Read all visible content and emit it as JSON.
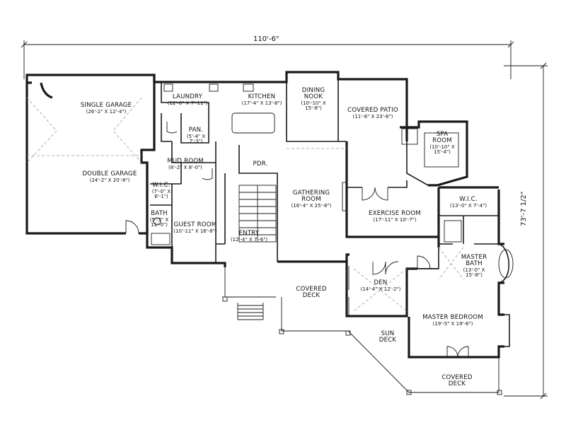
{
  "dimensions": {
    "width": "110'-6\"",
    "depth": "73'-7 1/2\""
  },
  "rooms": [
    {
      "id": "single-garage",
      "name": "SINGLE GARAGE",
      "size": "(26'-2\" X 12'-4\")"
    },
    {
      "id": "double-garage",
      "name": "DOUBLE GARAGE",
      "size": "(24'-2\" X 20'-8\")"
    },
    {
      "id": "laundry",
      "name": "LAUNDRY",
      "size": "(12'-0\" X 7'-11\")"
    },
    {
      "id": "pan",
      "name": "PAN.",
      "size": "(5'-4\" X 7'-3\")"
    },
    {
      "id": "kitchen",
      "name": "KITCHEN",
      "size": "(17'-4\" X 13'-8\")"
    },
    {
      "id": "dining-nook",
      "name": "DINING NOOK",
      "size": "(10'-10\" X 15'-8\")"
    },
    {
      "id": "covered-patio",
      "name": "COVERED PATIO",
      "size": "(11'-6\" X 23'-6\")"
    },
    {
      "id": "spa-room",
      "name": "SPA ROOM",
      "size": "(10'-10\" X 15'-4\")"
    },
    {
      "id": "mud-room",
      "name": "MUD ROOM",
      "size": "(8'-2\" X 8'-0\")"
    },
    {
      "id": "pdr",
      "name": "PDR.",
      "size": ""
    },
    {
      "id": "wic-guest",
      "name": "W.I.C.",
      "size": "(7'-0\" X 6'-1\")"
    },
    {
      "id": "bath",
      "name": "BATH",
      "size": "(5'-3\" X 11'-0\")"
    },
    {
      "id": "guest-room",
      "name": "GUEST ROOM",
      "size": "(10'-11\" X 16'-8\")"
    },
    {
      "id": "gathering-room",
      "name": "GATHERING ROOM",
      "size": "(16'-4\" X 25'-8\")"
    },
    {
      "id": "exercise-room",
      "name": "EXERCISE ROOM",
      "size": "(17'-11\" X 10'-7\")"
    },
    {
      "id": "wic-master",
      "name": "W.I.C.",
      "size": "(13'-0\" X 7'-4\")"
    },
    {
      "id": "master-bath",
      "name": "MASTER BATH",
      "size": "(13'-0\" X 15'-8\")"
    },
    {
      "id": "entry",
      "name": "ENTRY",
      "size": "(12'-4\" X 7'-6\")"
    },
    {
      "id": "den",
      "name": "DEN",
      "size": "(14'-4\" X 12'-2\")"
    },
    {
      "id": "covered-deck",
      "name": "COVERED DECK",
      "size": ""
    },
    {
      "id": "master-bedroom",
      "name": "MASTER BEDROOM",
      "size": "(19'-5\" X 19'-6\")"
    },
    {
      "id": "sun-deck",
      "name": "SUN DECK",
      "size": ""
    },
    {
      "id": "covered-deck-2",
      "name": "COVERED DECK",
      "size": ""
    }
  ]
}
